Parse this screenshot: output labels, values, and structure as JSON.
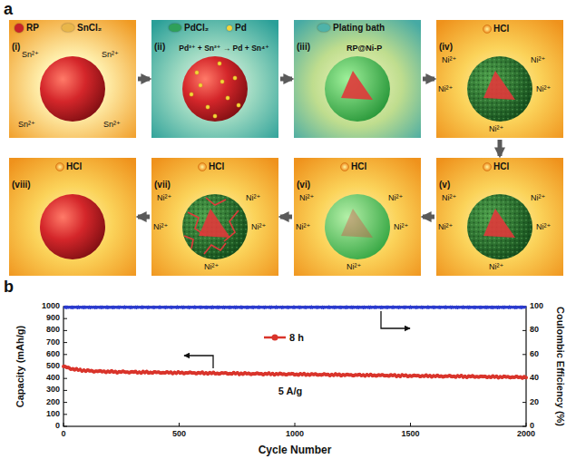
{
  "diagram": {
    "nodes": [
      {
        "text": [
          "(i)",
          "Sn²⁺",
          "Sn²⁺",
          "Sn²⁺",
          "Sn²⁺"
        ]
      },
      {
        "text": [
          "(ii)",
          "Pd²⁺ + Sn²⁺ → Pd + Sn⁴⁺"
        ]
      },
      {
        "text": [
          "(iii)",
          "RP@Ni-P"
        ]
      },
      {
        "text": [
          "(iv)",
          "HCl",
          "Ni²⁺",
          "Ni²⁺",
          "Ni²⁺",
          "Ni²⁺",
          "Ni²⁺"
        ]
      },
      {
        "text": [
          "(v)",
          "HCl",
          "Ni²⁺",
          "Ni²⁺",
          "Ni²⁺",
          "Ni²⁺",
          "Ni²⁺"
        ]
      },
      {
        "text": [
          "(vi)",
          "HCl",
          "Ni²⁺",
          "Ni²⁺",
          "Ni²⁺",
          "Ni²⁺",
          "Ni²⁺"
        ]
      },
      {
        "text": [
          "(vii)",
          "HCl",
          "Ni²⁺",
          "Ni²⁺",
          "Ni²⁺",
          "Ni²⁺",
          "Ni²⁺"
        ]
      },
      {
        "text": [
          "(viii)",
          "HCl"
        ]
      }
    ],
    "edges": [
      {
        "from": 0,
        "to": 1,
        "arrow": "to"
      },
      {
        "from": 1,
        "to": 2,
        "arrow": "to"
      },
      {
        "from": 2,
        "to": 3,
        "arrow": "to"
      },
      {
        "from": 3,
        "to": 4,
        "arrow": "to"
      },
      {
        "from": 4,
        "to": 5,
        "arrow": "to"
      },
      {
        "from": 5,
        "to": 6,
        "arrow": "to"
      },
      {
        "from": 6,
        "to": 7,
        "arrow": "to"
      }
    ],
    "labels": [
      "a",
      "b",
      "Capacity (mAh/g)",
      "Coulombic Efficiency (%)",
      "Cycle Number",
      "5 A/g",
      "0",
      "100",
      "200",
      "300",
      "400",
      "500",
      "600",
      "700",
      "800",
      "900",
      "1000",
      "0",
      "20",
      "40",
      "60",
      "80",
      "100",
      "0",
      "500",
      "1000",
      "1500",
      "2000"
    ],
    "legend": [
      {
        "text": "RP",
        "color": "#c8232a"
      },
      {
        "text": "SnCl₂",
        "color": "#e9b64a"
      },
      {
        "text": "PdCl₂",
        "color": "#2fa05a"
      },
      {
        "text": "Pd",
        "color": "#f5d63a"
      },
      {
        "text": "Plating bath",
        "color": "#4fb3a9"
      },
      {
        "text": "8 h"
      }
    ]
  }
}
